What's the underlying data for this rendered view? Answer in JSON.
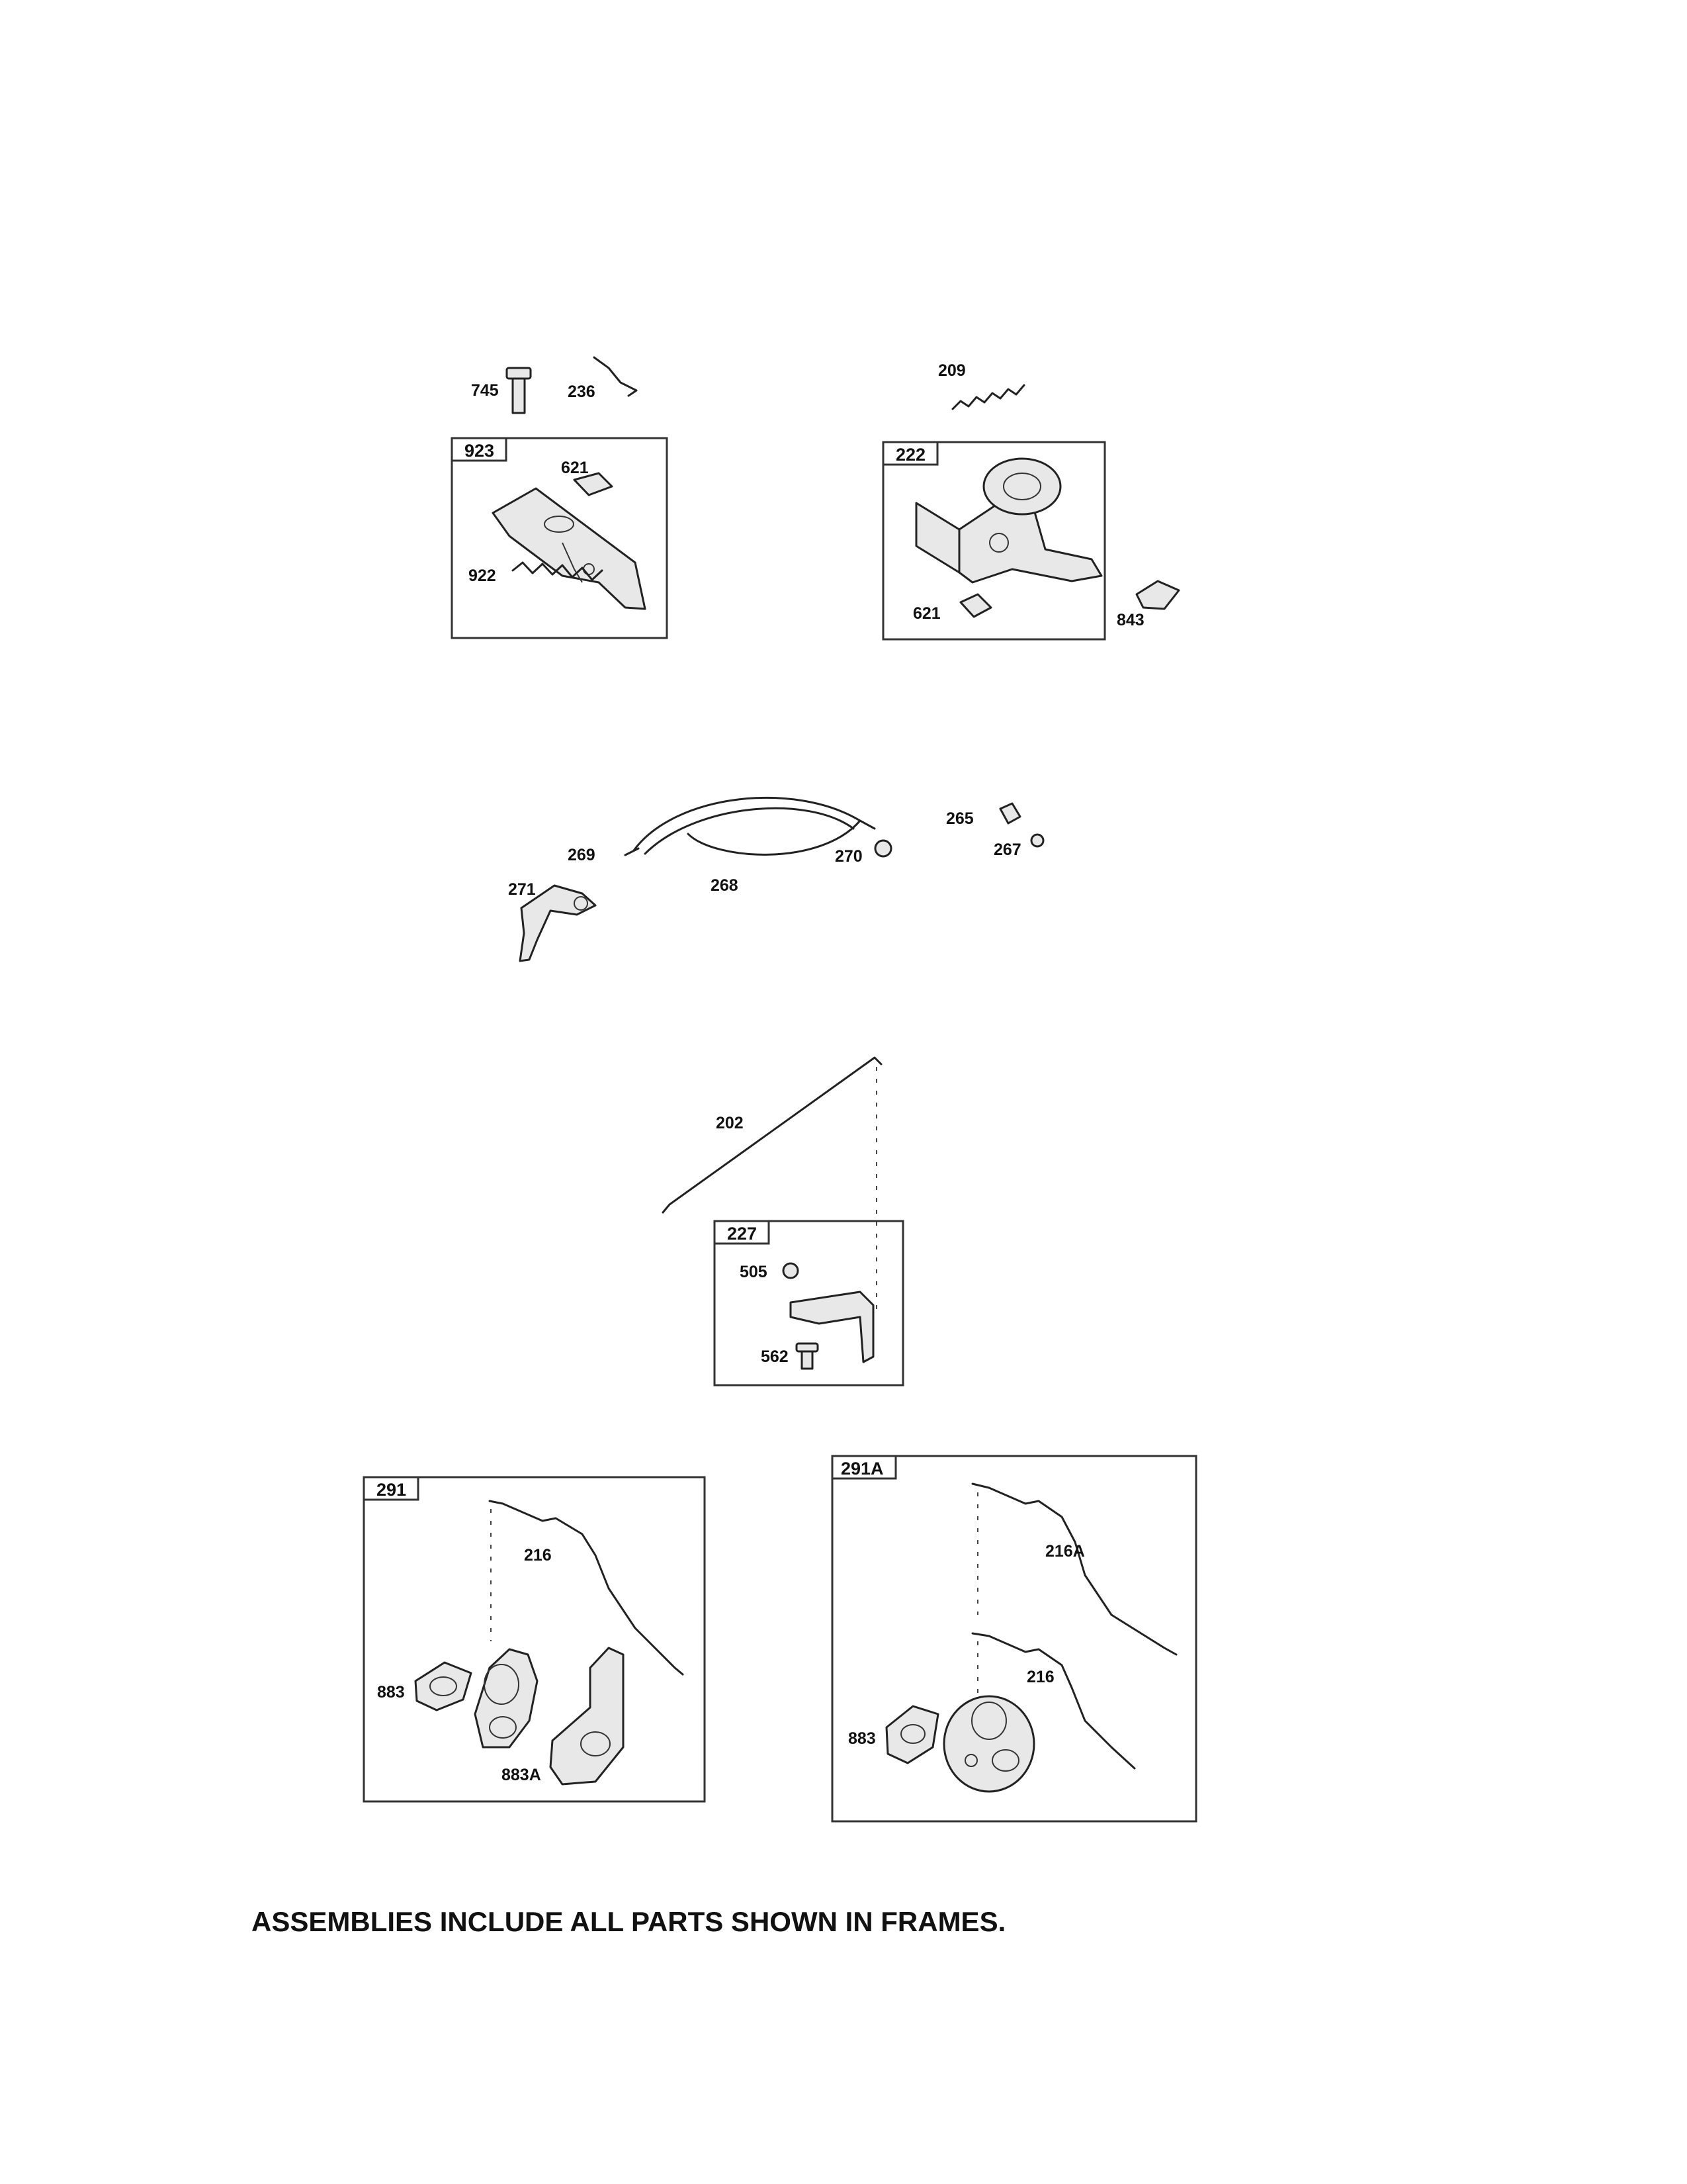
{
  "caption": "ASSEMBLIES INCLUDE ALL PARTS SHOWN IN FRAMES.",
  "frames": {
    "f923": "923",
    "f222": "222",
    "f227": "227",
    "f291": "291",
    "f291a": "291A"
  },
  "parts": {
    "p745": "745",
    "p236": "236",
    "p209": "209",
    "p621a": "621",
    "p922": "922",
    "p621b": "621",
    "p843": "843",
    "p269": "269",
    "p268": "268",
    "p270": "270",
    "p265": "265",
    "p267": "267",
    "p271": "271",
    "p202": "202",
    "p505": "505",
    "p562": "562",
    "p216a": "216",
    "p883a": "883",
    "p883A": "883A",
    "p216A": "216A",
    "p216b": "216",
    "p883b": "883"
  }
}
